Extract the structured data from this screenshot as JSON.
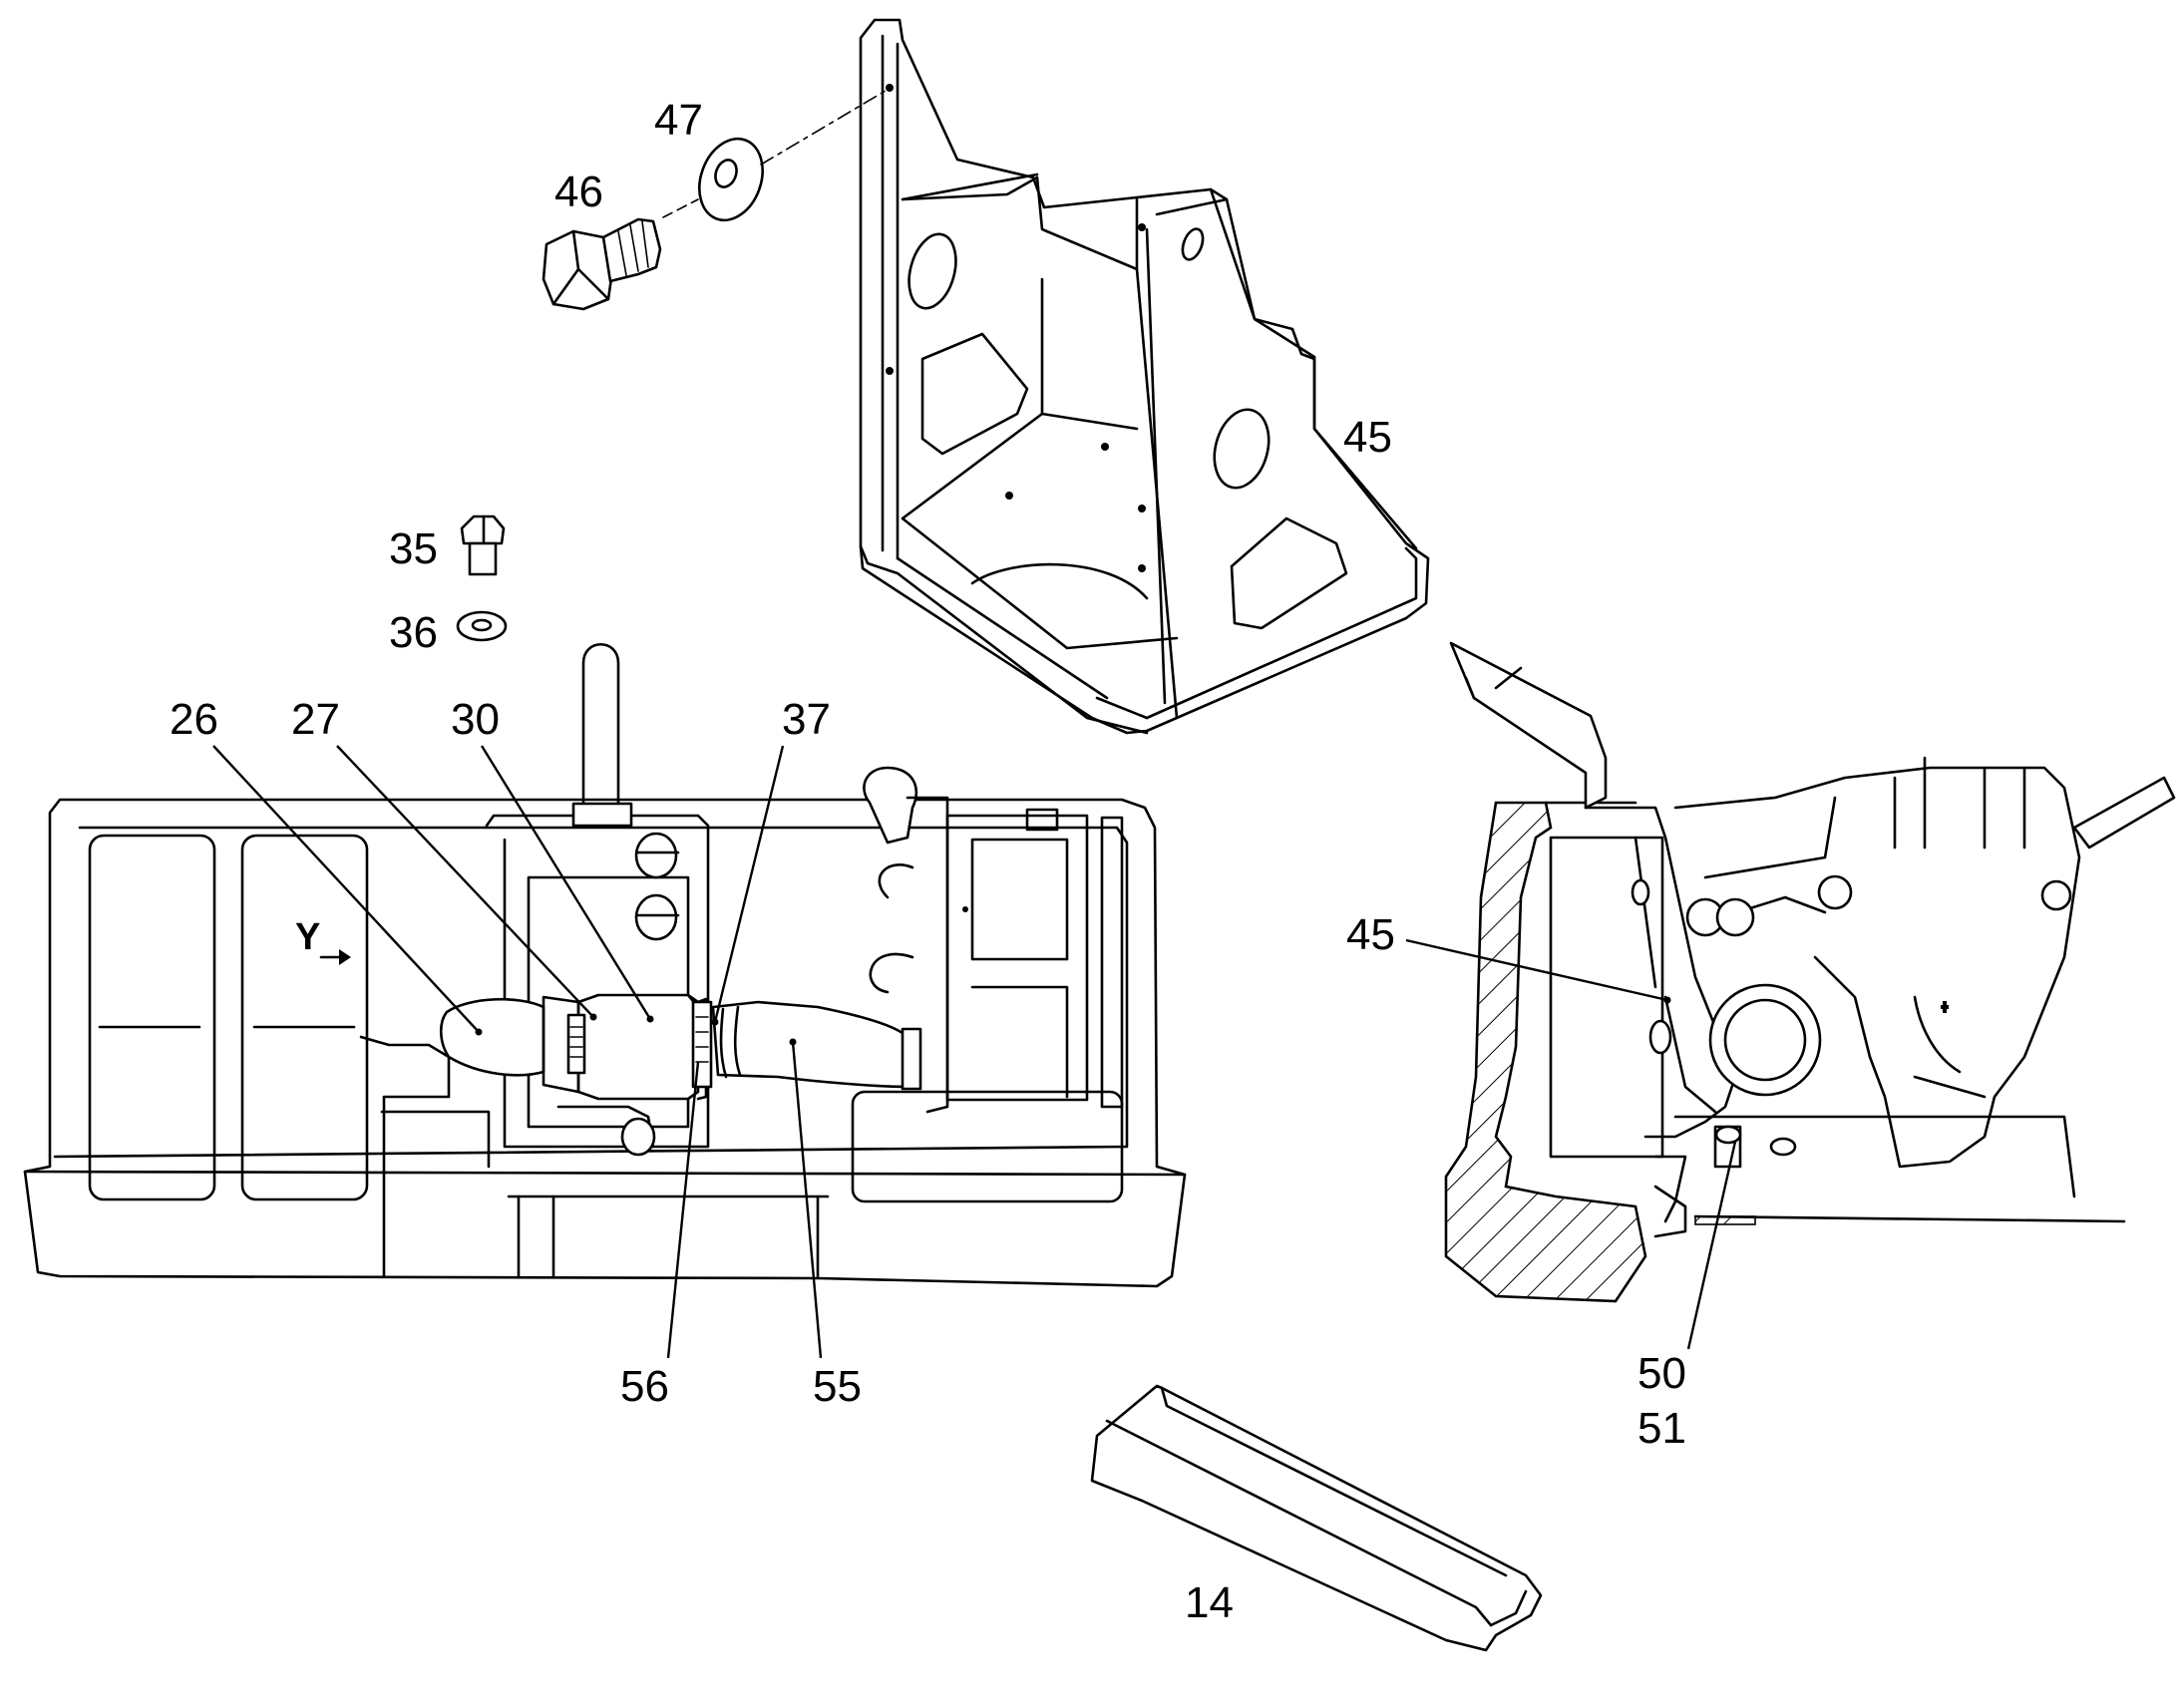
{
  "diagram": {
    "callouts": {
      "c14": "14",
      "c26": "26",
      "c27": "27",
      "c30": "30",
      "c35": "35",
      "c36": "36",
      "c37": "37",
      "c45a": "45",
      "c45b": "45",
      "c46": "46",
      "c47": "47",
      "c50": "50",
      "c51": "51",
      "c55": "55",
      "c56": "56"
    },
    "view_arrow_label": "Y"
  }
}
